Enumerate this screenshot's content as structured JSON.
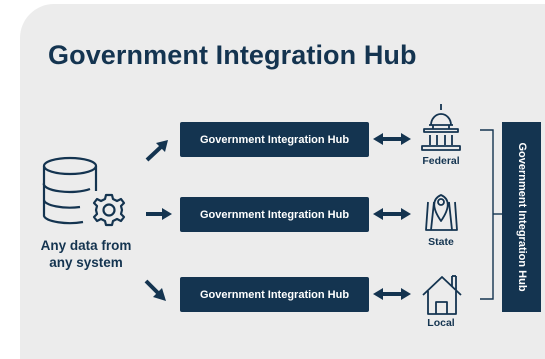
{
  "title": "Government Integration Hub",
  "source": {
    "line1": "Any data from",
    "line2": "any system",
    "icon": "database-gear-icon"
  },
  "hubs": [
    {
      "label": "Government Integration Hub",
      "level": "Federal",
      "icon": "capitol-building-icon"
    },
    {
      "label": "Government Integration Hub",
      "level": "State",
      "icon": "state-map-pin-icon"
    },
    {
      "label": "Government Integration Hub",
      "level": "Local",
      "icon": "house-icon"
    }
  ],
  "side_bar_label": "Government Integration Hub",
  "colors": {
    "primary": "#143450",
    "background": "#ececec"
  }
}
